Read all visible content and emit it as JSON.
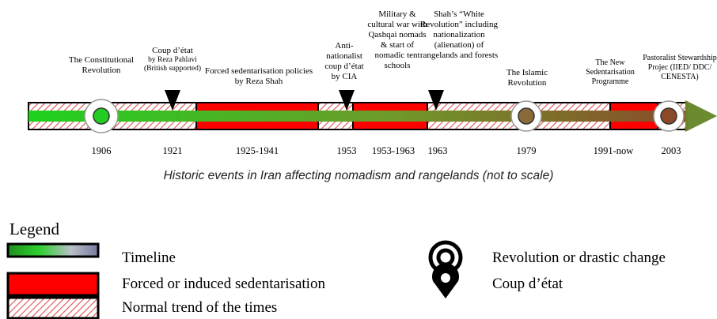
{
  "events": {
    "e1906": "The Constitutional Revolution",
    "e1921_title": "Coup d’état",
    "e1921_sub": "by Reza Pahlavi (British supported)",
    "e1925": "Forced sedentarisation policies by Reza Shah",
    "e1953": "Anti-nationalist coup d’état by CIA",
    "e1953b": "Military & cultural war with Qashqai nomads & start of nomadic tent schools",
    "e1963": "Shah’s “White Revolution” including nationalization (alienation) of rangelands and forests",
    "e1979": "The Islamic Revolution",
    "e1991": "The New Sedentarisation Programme",
    "e2003": "Pastoralist Stewardship Projec (IIED/ DDC/ CENESTA)"
  },
  "years": {
    "y1906": "1906",
    "y1921": "1921",
    "y1925": "1925-1941",
    "y1953": "1953",
    "y1953b": "1953-1963",
    "y1963": "1963",
    "y1979": "1979",
    "y1991": "1991-now",
    "y2003": "2003"
  },
  "caption": "Historic events in Iran affecting nomadism and rangelands (not to scale)",
  "legend": {
    "title": "Legend",
    "timeline": "Timeline",
    "forced": "Forced or induced sedentarisation",
    "normal": "Normal trend of the times",
    "revolution": "Revolution or drastic change",
    "coup": "Coup d’état"
  },
  "colors": {
    "forced_red": "#ff0000",
    "hatch_red": "#e05050",
    "timeline_start": "#1fd11f",
    "timeline_end": "#8a4a2a",
    "arrow_head": "#4caf2a"
  }
}
